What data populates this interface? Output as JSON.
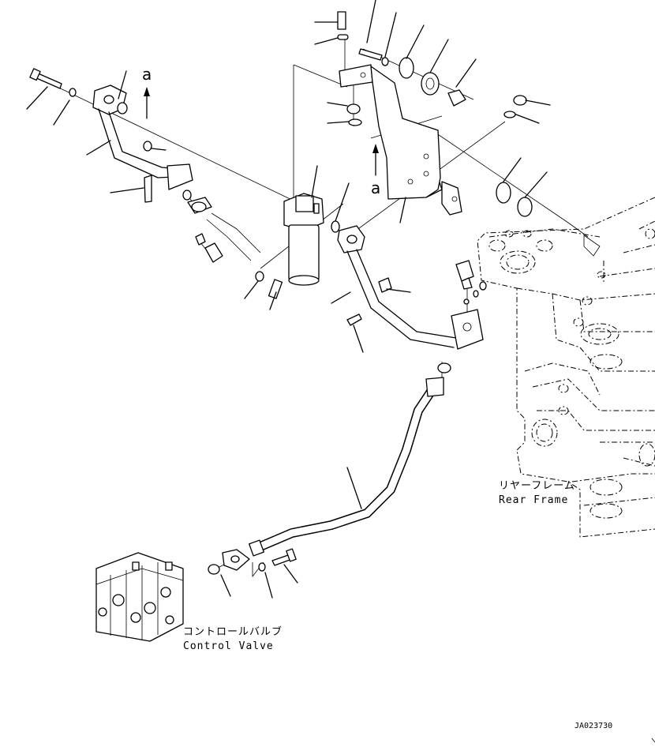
{
  "labels": {
    "rear_frame_jp": "リヤーフレーム",
    "rear_frame_en": "Rear Frame",
    "control_valve_jp": "コントロールバルブ",
    "control_valve_en": "Control Valve",
    "view_marker_left": "a",
    "view_marker_right": "a",
    "drawing_code": "JA023730"
  }
}
